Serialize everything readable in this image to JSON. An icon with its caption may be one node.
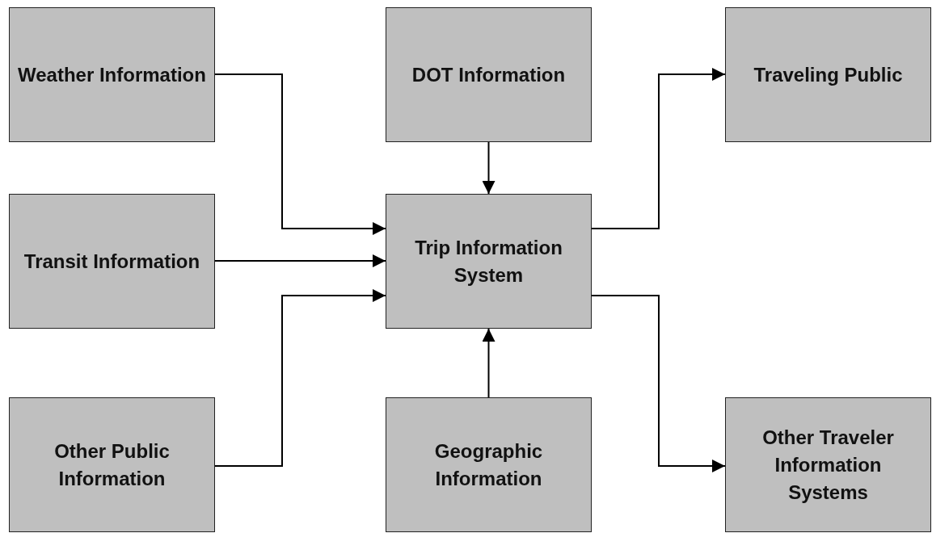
{
  "diagram": {
    "nodes": [
      {
        "text": [
          "Weather Information"
        ]
      },
      {
        "text": [
          "DOT Information"
        ]
      },
      {
        "text": [
          "Traveling Public"
        ]
      },
      {
        "text": [
          "Transit Information"
        ]
      },
      {
        "text": [
          "Trip Information System"
        ]
      },
      {
        "text": [
          "Other Public Information"
        ]
      },
      {
        "text": [
          "Geographic Information"
        ]
      },
      {
        "text": [
          "Other Traveler Information Systems"
        ]
      }
    ],
    "edges": [
      {
        "from": 0,
        "to": 4,
        "arrow": "to"
      },
      {
        "from": 3,
        "to": 4,
        "arrow": "to"
      },
      {
        "from": 5,
        "to": 4,
        "arrow": "to"
      },
      {
        "from": 1,
        "to": 4,
        "arrow": "to"
      },
      {
        "from": 6,
        "to": 4,
        "arrow": "to"
      },
      {
        "from": 4,
        "to": 2,
        "arrow": "to"
      },
      {
        "from": 4,
        "to": 7,
        "arrow": "to"
      }
    ]
  }
}
